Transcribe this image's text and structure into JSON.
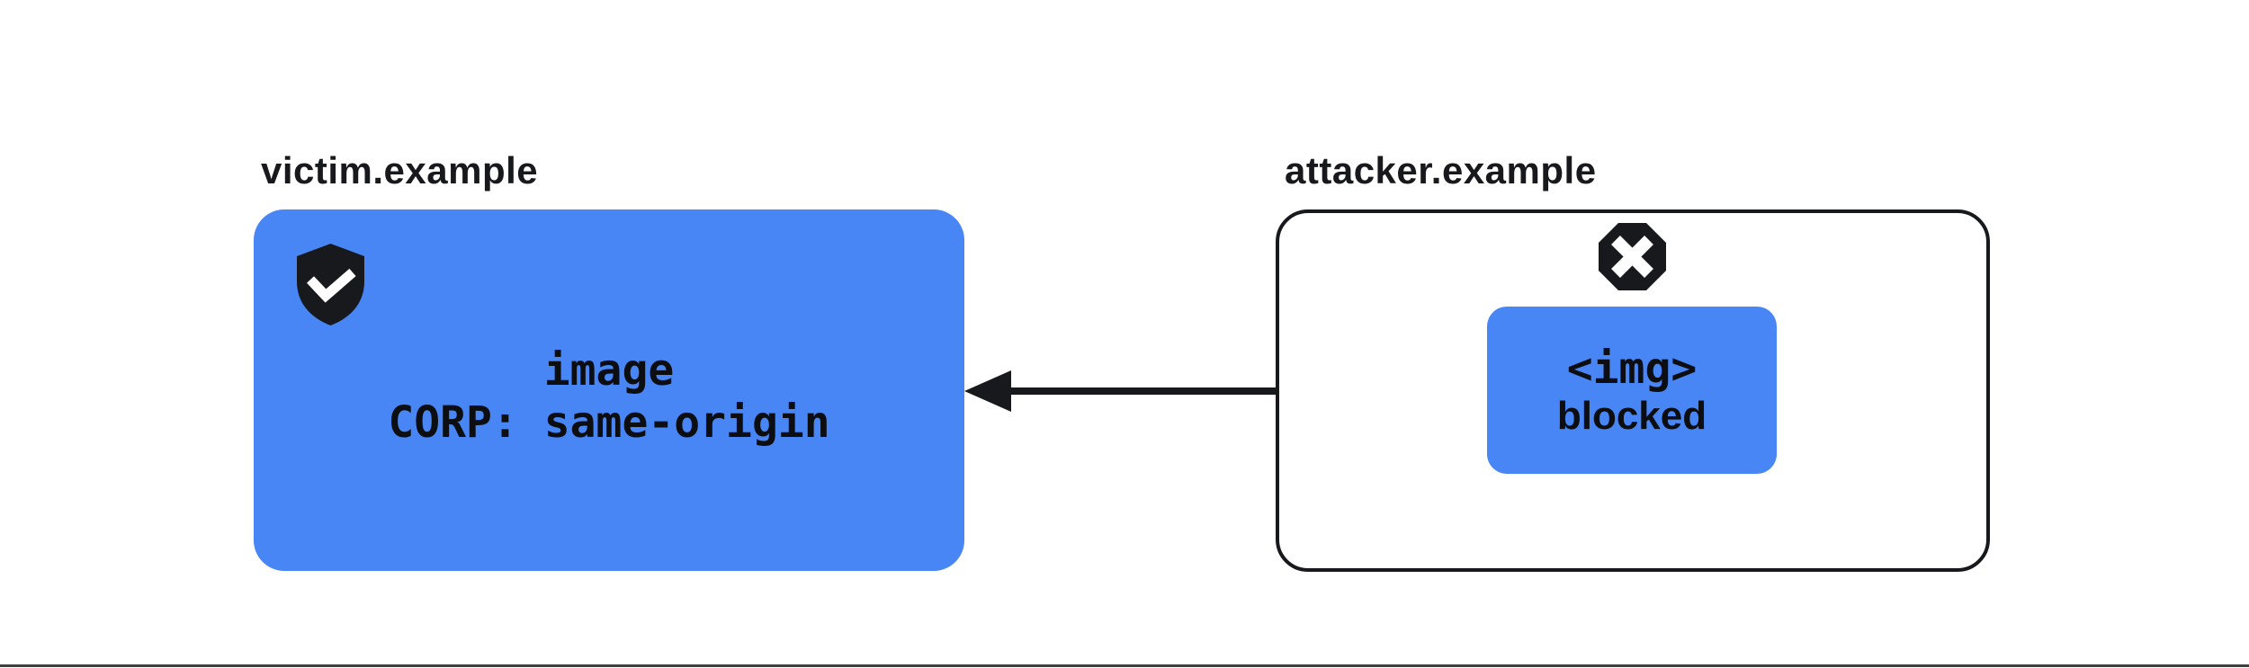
{
  "theme": {
    "background": "#ffffff",
    "accent_blue": "#4786F4",
    "ink": "#17191D",
    "box_text": "#0D0E11",
    "bottom_rule": "#3F4245"
  },
  "victim": {
    "label": "victim.example",
    "resource_line": "image",
    "corp_line": "CORP: same-origin",
    "icon": "shield-check-icon"
  },
  "attacker": {
    "label": "attacker.example",
    "icon": "blocked-octagon-x-icon",
    "embed": {
      "tag_line": "<img>",
      "status_line": "blocked"
    }
  },
  "arrow": {
    "direction": "right-to-left"
  }
}
